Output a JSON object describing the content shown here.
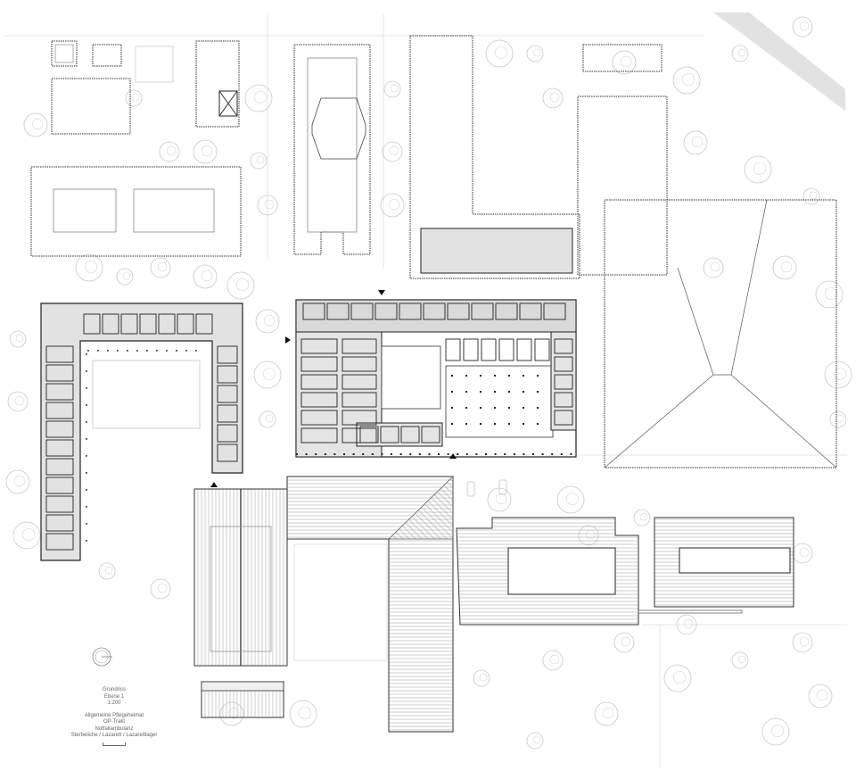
{
  "legend": {
    "line1": "Grundriss",
    "line2": "Ebene 1",
    "line3": "1:200",
    "line4": "Allgemeine Pflegeheimat",
    "line5": "OP-Trakt",
    "line6": "Notfallambulanz",
    "line7": "Sterbeliche / Lazarett / Lazarettlager"
  },
  "colors": {
    "wall": "#222222",
    "wall_light": "#999999",
    "floor": "#dcdcdc",
    "tree": "#c8c8c8",
    "road": "#d8d8d8"
  },
  "icons": [
    "north-arrow-icon",
    "entrance-arrow-icon",
    "tree-icon"
  ]
}
